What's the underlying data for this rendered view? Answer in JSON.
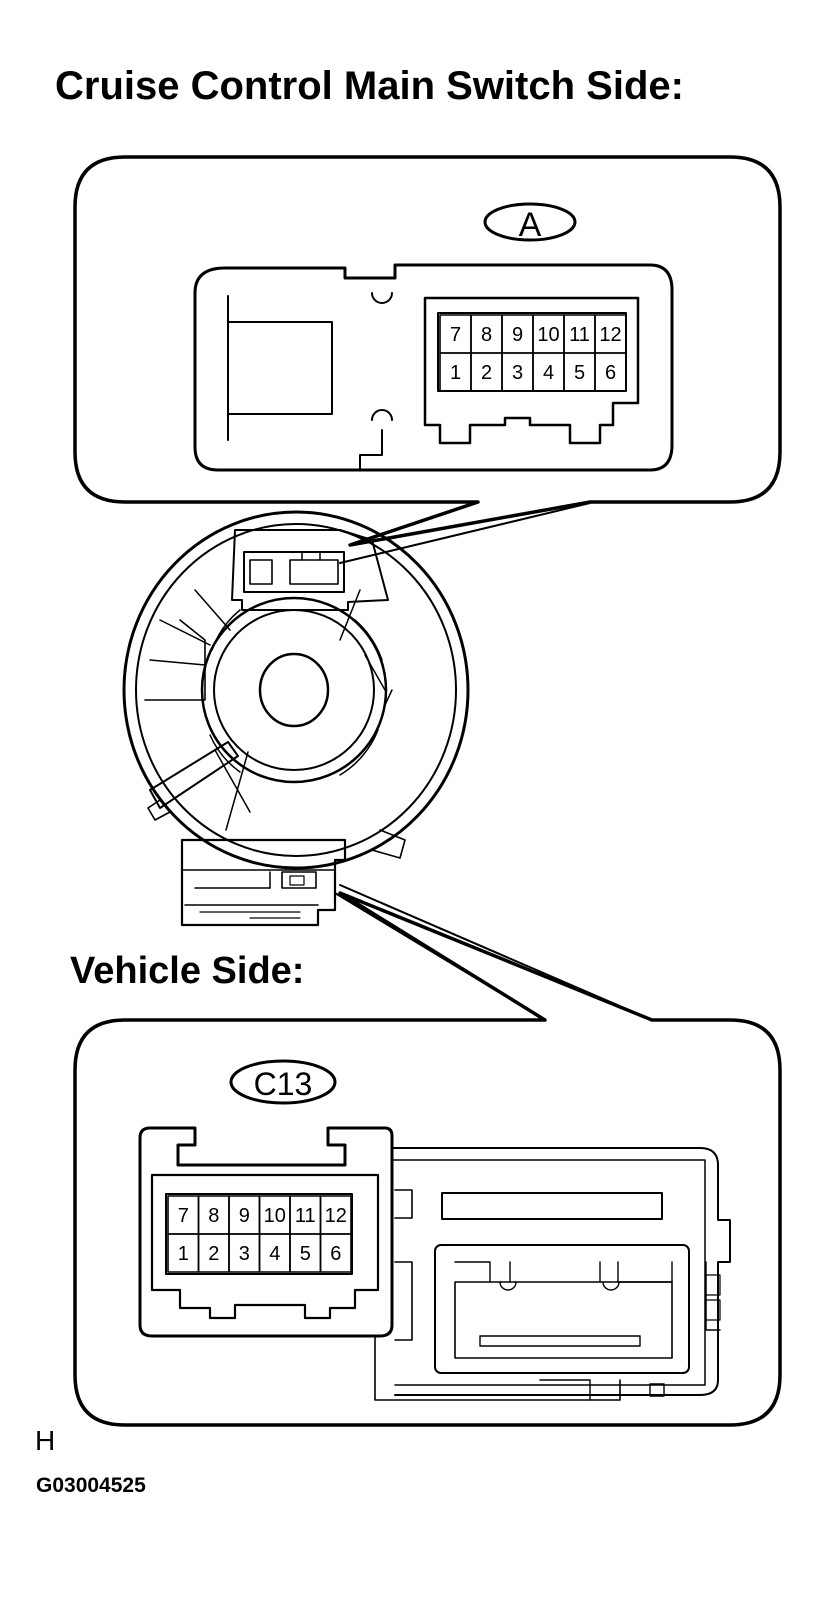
{
  "titles": {
    "top": "Cruise Control Main Switch Side:",
    "bottom": "Vehicle Side:"
  },
  "connectors": {
    "top": {
      "label": "A",
      "pins_top_row": [
        "7",
        "8",
        "9",
        "10",
        "11",
        "12"
      ],
      "pins_bottom_row": [
        "1",
        "2",
        "3",
        "4",
        "5",
        "6"
      ]
    },
    "bottom": {
      "label": "C13",
      "pins_top_row": [
        "7",
        "8",
        "9",
        "10",
        "11",
        "12"
      ],
      "pins_bottom_row": [
        "1",
        "2",
        "3",
        "4",
        "5",
        "6"
      ]
    }
  },
  "footer": {
    "marker": "H",
    "figure_id": "G03004525"
  }
}
